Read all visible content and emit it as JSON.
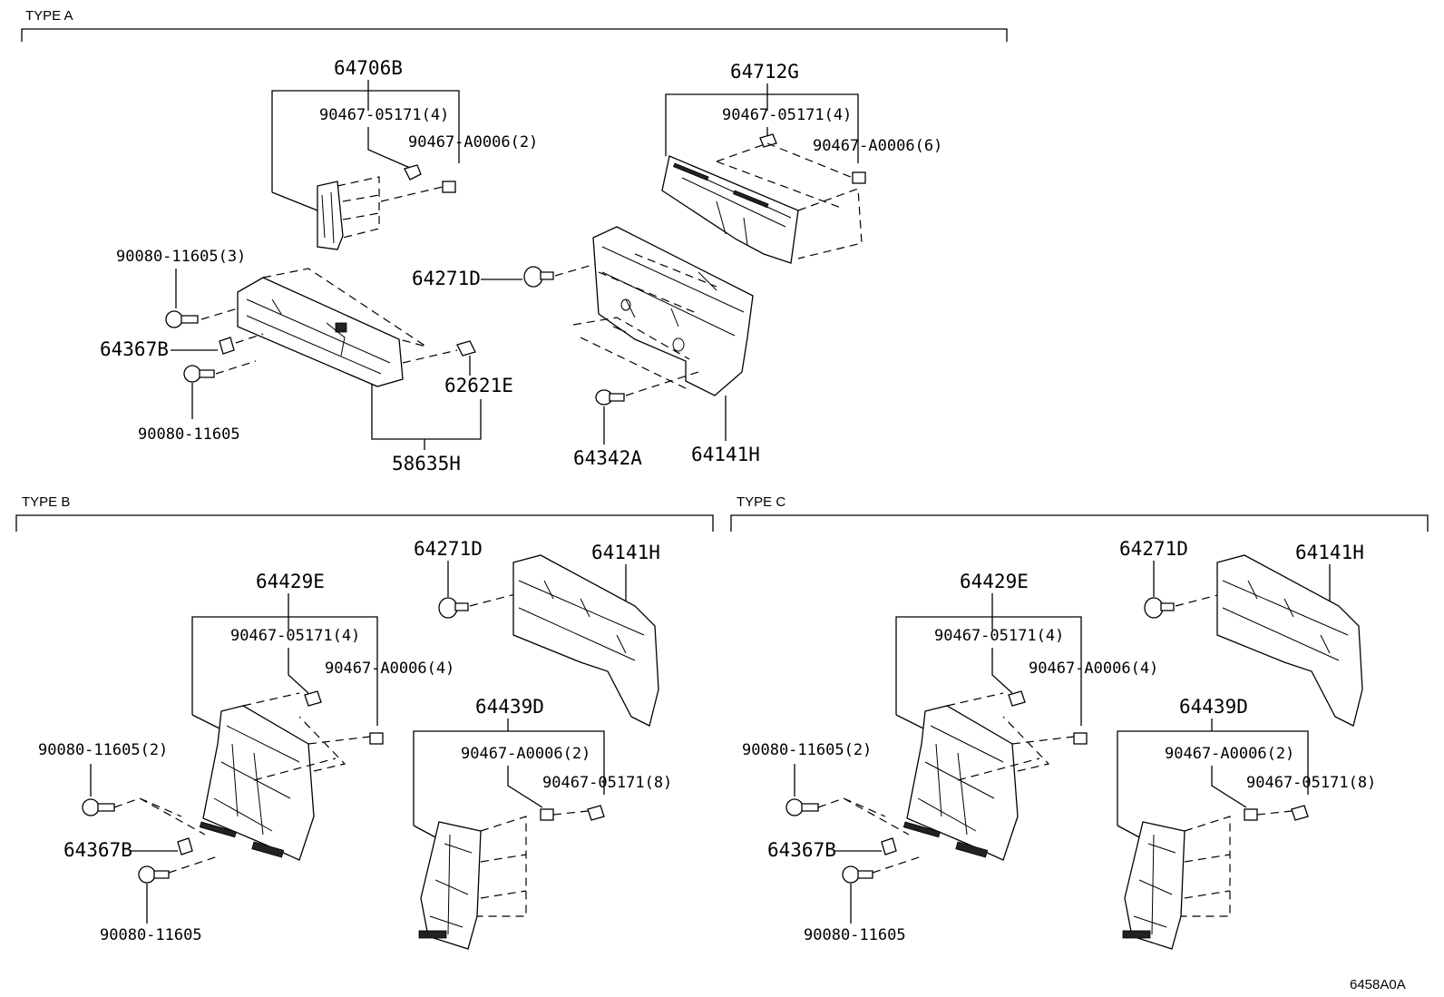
{
  "sections": {
    "type_a": "TYPE A",
    "type_b": "TYPE B",
    "type_c": "TYPE C"
  },
  "type_a": {
    "p64706B": "64706B",
    "p90467_05171_4a": "90467-05171(4)",
    "p90467_A0006_2": "90467-A0006(2)",
    "p64712G": "64712G",
    "p90467_05171_4b": "90467-05171(4)",
    "p90467_A0006_6": "90467-A0006(6)",
    "p90080_11605_3": "90080-11605(3)",
    "p64367B": "64367B",
    "p90080_11605": "90080-11605",
    "p62621E": "62621E",
    "p58635H": "58635H",
    "p64271D": "64271D",
    "p64342A": "64342A",
    "p64141H": "64141H"
  },
  "type_b": {
    "p64271D": "64271D",
    "p64141H": "64141H",
    "p64429E": "64429E",
    "p90467_05171_4": "90467-05171(4)",
    "p90467_A0006_4": "90467-A0006(4)",
    "p90080_11605_2": "90080-11605(2)",
    "p64439D": "64439D",
    "p90467_A0006_2": "90467-A0006(2)",
    "p90467_05171_8": "90467-05171(8)",
    "p64367B": "64367B",
    "p90080_11605": "90080-11605"
  },
  "type_c": {
    "p64271D": "64271D",
    "p64141H": "64141H",
    "p64429E": "64429E",
    "p90467_05171_4": "90467-05171(4)",
    "p90467_A0006_4": "90467-A0006(4)",
    "p90080_11605_2": "90080-11605(2)",
    "p64439D": "64439D",
    "p90467_A0006_2": "90467-A0006(2)",
    "p90467_05171_8": "90467-05171(8)",
    "p64367B": "64367B",
    "p90080_11605": "90080-11605"
  },
  "figure_code": "6458A0A"
}
